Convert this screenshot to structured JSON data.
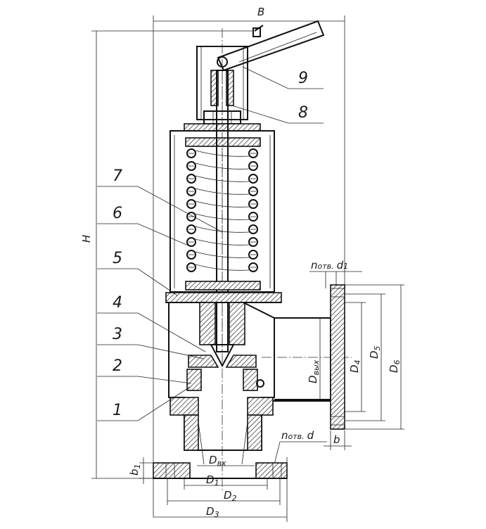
{
  "callouts": [
    "1",
    "2",
    "3",
    "4",
    "5",
    "6",
    "7",
    "8",
    "9"
  ],
  "dimensions": {
    "B": "B",
    "H": "H",
    "b": "b",
    "b1": "b",
    "b1_sub": "1",
    "D_in": "D",
    "D_in_sub": "вх",
    "D_out": "D",
    "D_out_sub": "вых",
    "D1": "D",
    "D1_sub": "1",
    "D2": "D",
    "D2_sub": "2",
    "D3": "D",
    "D3_sub": "3",
    "D4": "D",
    "D4_sub": "4",
    "D5": "D",
    "D5_sub": "5",
    "D6": "D",
    "D6_sub": "6",
    "holes_outlet": "n",
    "holes_outlet_sub": "отв.",
    "holes_outlet_d": "d",
    "holes_outlet_d_sub": "1",
    "holes_inlet": "n",
    "holes_inlet_sub": "отв.",
    "holes_inlet_d": "d"
  }
}
